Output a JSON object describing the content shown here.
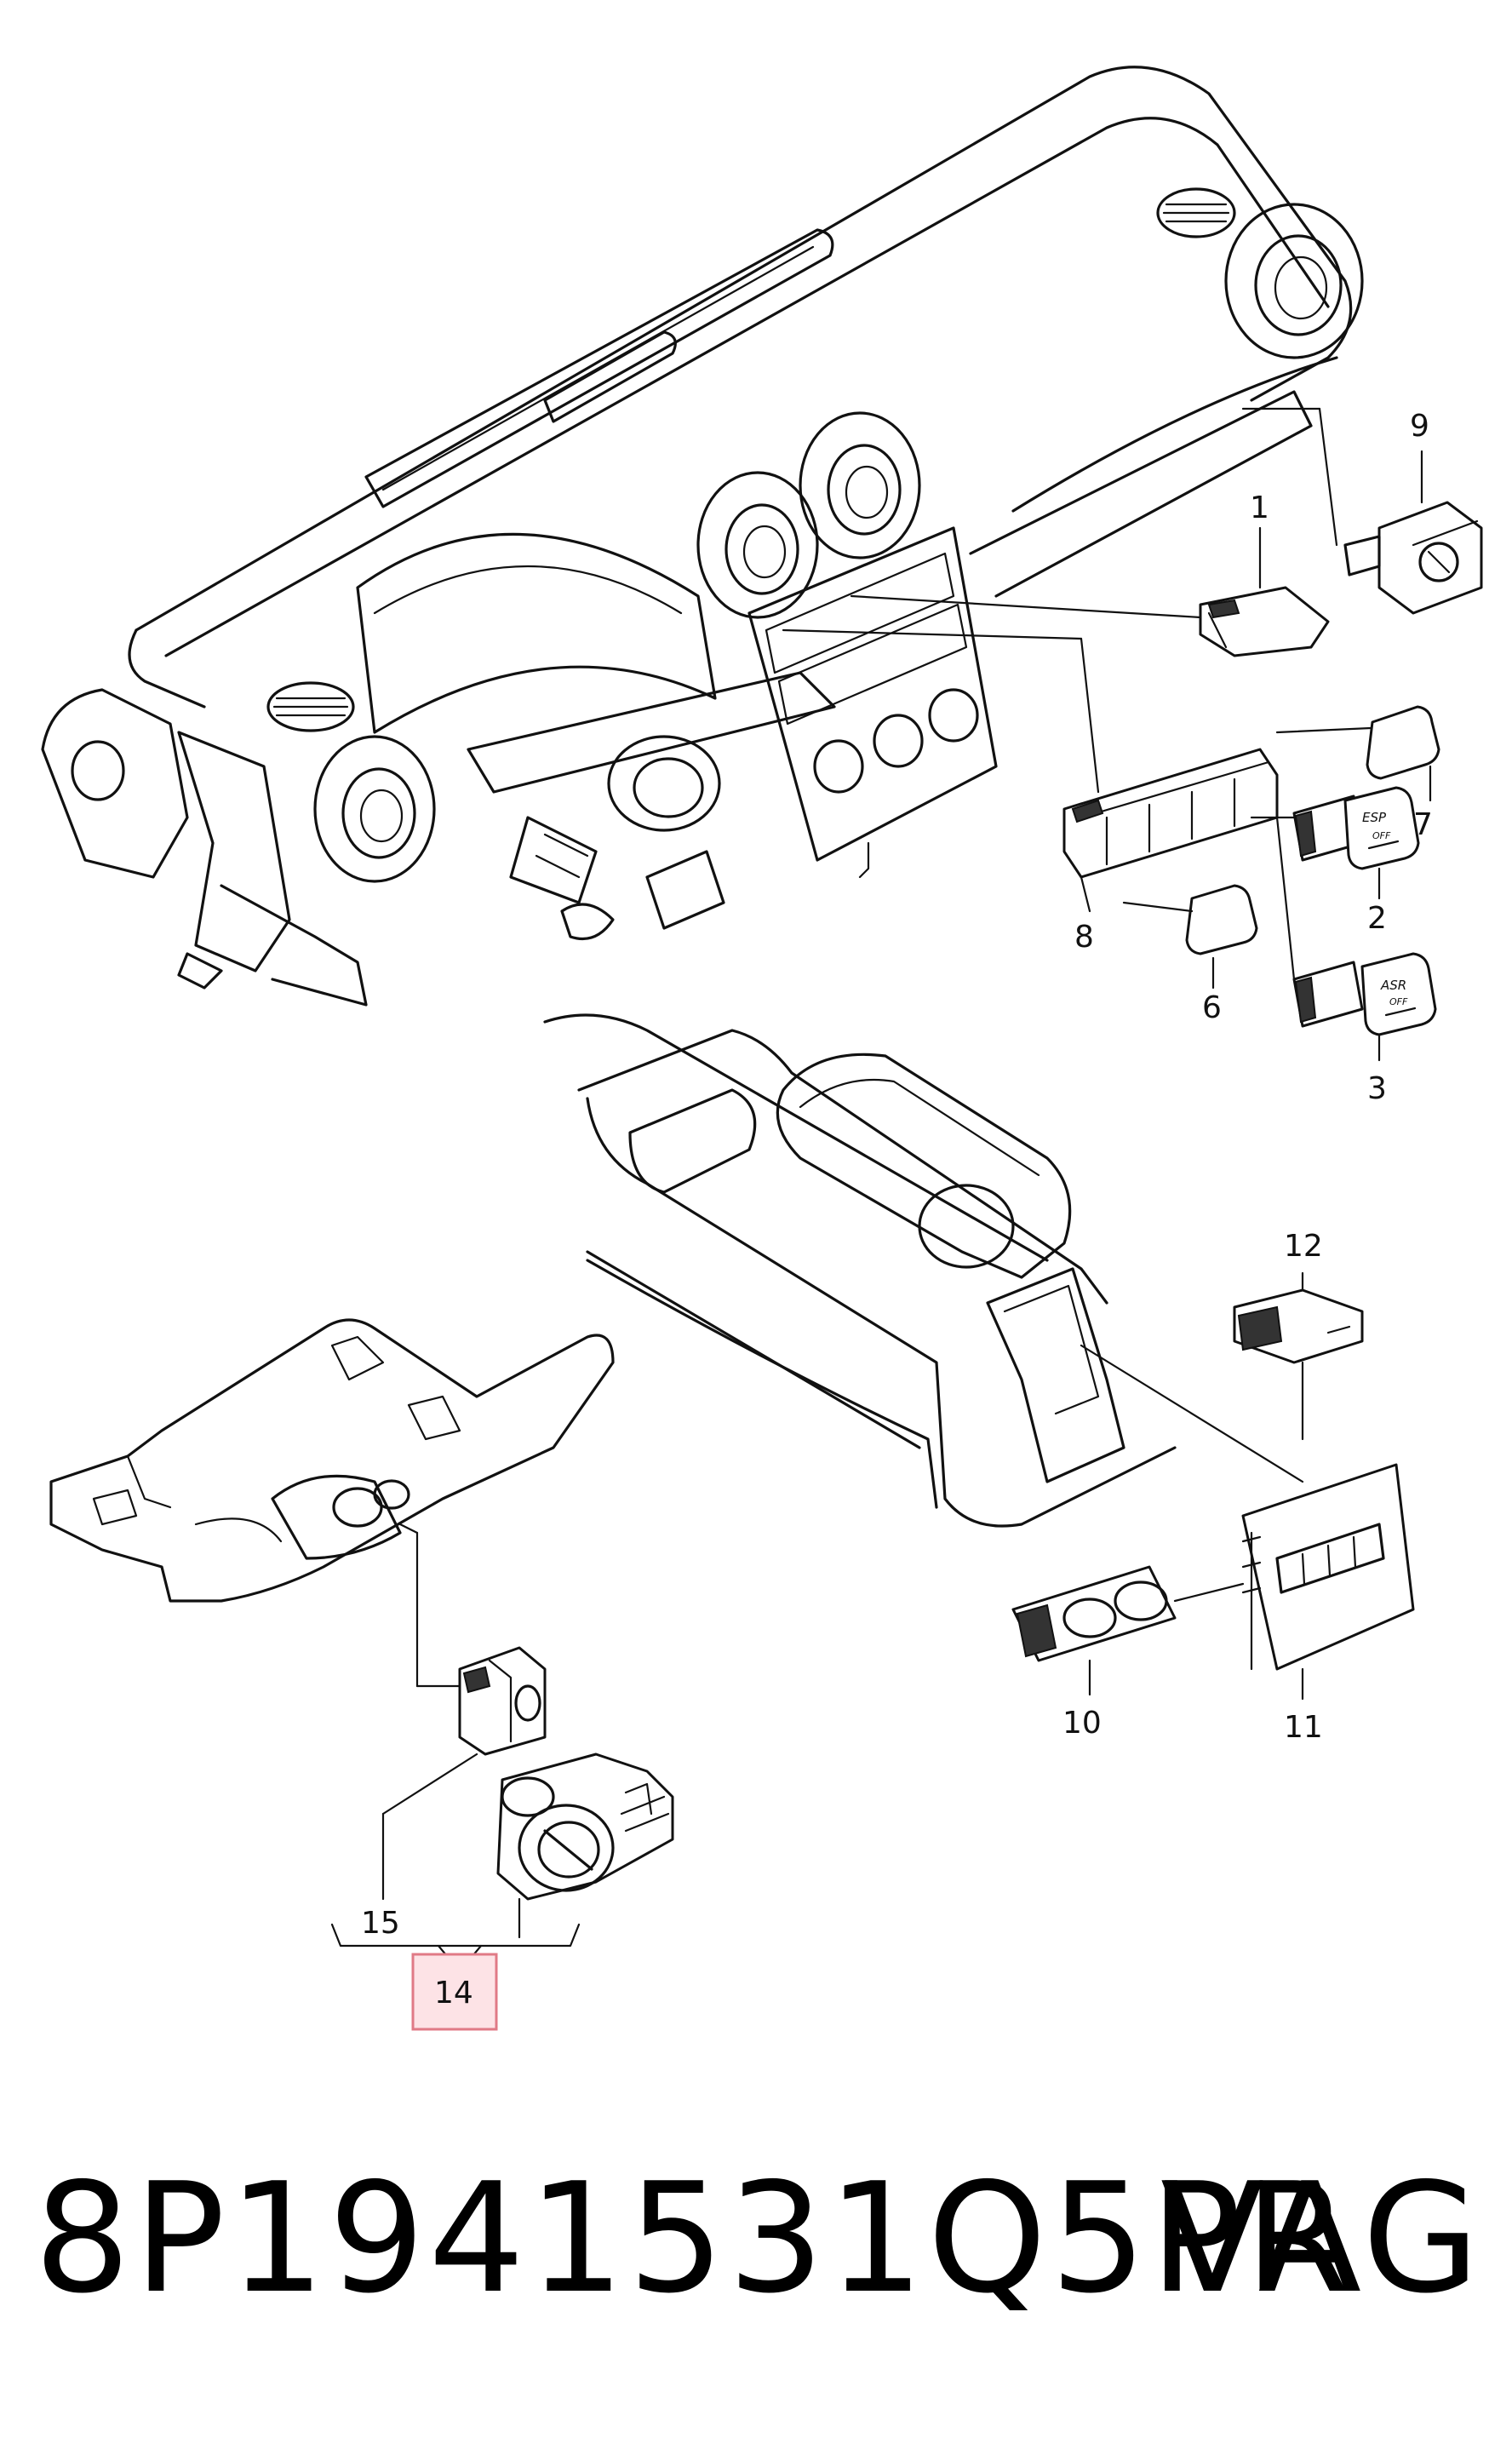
{
  "callouts": {
    "c1": "1",
    "c2": "2",
    "c3": "3",
    "c6": "6",
    "c7": "7",
    "c8": "8",
    "c9": "9",
    "c10": "10",
    "c11": "11",
    "c12": "12",
    "c14": "14",
    "c15": "15"
  },
  "button_labels": {
    "esp": "ESP",
    "esp_off": "OFF",
    "asr": "ASR",
    "asr_off": "OFF"
  },
  "footer": {
    "part_number": "8P1941531Q5PR",
    "brand": "VAG"
  },
  "colors": {
    "line": "#111111",
    "highlight_fill": "#fde3e6",
    "highlight_border": "#e07a86"
  }
}
